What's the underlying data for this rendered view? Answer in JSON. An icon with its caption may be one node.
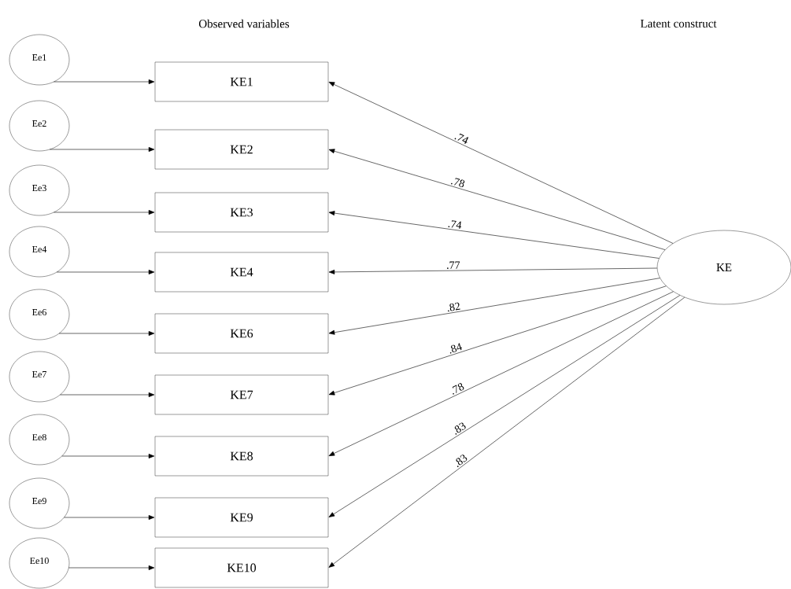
{
  "diagram": {
    "nodes": [
      {
        "text": [
          "Ee1"
        ]
      },
      {
        "text": [
          "KE1"
        ]
      },
      {
        "text": [
          "Ee2"
        ]
      },
      {
        "text": [
          "KE2"
        ]
      },
      {
        "text": [
          "Ee3"
        ]
      },
      {
        "text": [
          "KE3"
        ]
      },
      {
        "text": [
          "Ee4"
        ]
      },
      {
        "text": [
          "KE4"
        ]
      },
      {
        "text": [
          "Ee6"
        ]
      },
      {
        "text": [
          "KE6"
        ]
      },
      {
        "text": [
          "Ee7"
        ]
      },
      {
        "text": [
          "KE7"
        ]
      },
      {
        "text": [
          "Ee8"
        ]
      },
      {
        "text": [
          "KE8"
        ]
      },
      {
        "text": [
          "Ee9"
        ]
      },
      {
        "text": [
          "KE9"
        ]
      },
      {
        "text": [
          "Ee10"
        ]
      },
      {
        "text": [
          "KE10"
        ]
      },
      {
        "text": [
          "KE"
        ]
      }
    ],
    "edges": [
      {
        "from": 0,
        "to": 1,
        "arrow": "to"
      },
      {
        "from": 2,
        "to": 3,
        "arrow": "to"
      },
      {
        "from": 4,
        "to": 5,
        "arrow": "to"
      },
      {
        "from": 6,
        "to": 7,
        "arrow": "to"
      },
      {
        "from": 8,
        "to": 9,
        "arrow": "to"
      },
      {
        "from": 10,
        "to": 11,
        "arrow": "to"
      },
      {
        "from": 12,
        "to": 13,
        "arrow": "to"
      },
      {
        "from": 14,
        "to": 15,
        "arrow": "to"
      },
      {
        "from": 16,
        "to": 17,
        "arrow": "to"
      },
      {
        "from": 18,
        "to": 1,
        "arrow": "to",
        "label": ".74"
      },
      {
        "from": 18,
        "to": 3,
        "arrow": "to",
        "label": ".78"
      },
      {
        "from": 18,
        "to": 5,
        "arrow": "to",
        "label": ".74"
      },
      {
        "from": 18,
        "to": 7,
        "arrow": "to",
        "label": ".77"
      },
      {
        "from": 18,
        "to": 9,
        "arrow": "to",
        "label": ".82"
      },
      {
        "from": 18,
        "to": 11,
        "arrow": "to",
        "label": ".84"
      },
      {
        "from": 18,
        "to": 13,
        "arrow": "to",
        "label": ".78"
      },
      {
        "from": 18,
        "to": 15,
        "arrow": "to",
        "label": ".83"
      },
      {
        "from": 18,
        "to": 17,
        "arrow": "to",
        "label": ".83"
      }
    ],
    "labels": [
      "Observed variables",
      "Latent construct"
    ]
  }
}
